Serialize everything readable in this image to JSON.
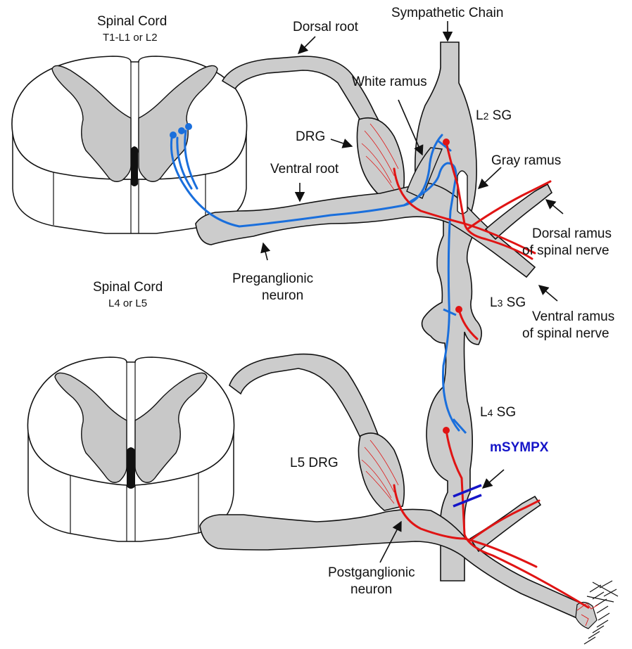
{
  "labels": {
    "sympathetic_chain": "Sympathetic Chain",
    "spinal_cord_upper_title": "Spinal Cord",
    "spinal_cord_upper_sub": "T1-L1 or L2",
    "spinal_cord_lower_title": "Spinal Cord",
    "spinal_cord_lower_sub": "L4 or L5",
    "dorsal_root": "Dorsal root",
    "white_ramus": "White ramus",
    "drg": "DRG",
    "ventral_root": "Ventral root",
    "gray_ramus": "Gray ramus",
    "l2_letter": "L",
    "l2_num": "2",
    "l2_sg": " SG",
    "l3_letter": "L",
    "l3_num": "3",
    "l3_sg": " SG",
    "l4_letter": "L",
    "l4_num": "4",
    "l4_sg": " SG",
    "dorsal_ramus_1": "Dorsal ramus",
    "dorsal_ramus_2": "of spinal nerve",
    "ventral_ramus_1": "Ventral ramus",
    "ventral_ramus_2": "of spinal nerve",
    "preganglionic_1": "Preganglionic",
    "preganglionic_2": "neuron",
    "l5_drg": "L5 DRG",
    "msympx": "mSYMPX",
    "postganglionic_1": "Postganglionic",
    "postganglionic_2": "neuron"
  },
  "colors": {
    "nerve_fill": "#cccccc",
    "outline": "#111111",
    "preganglionic": "#1a6fdc",
    "postganglionic": "#e01414",
    "msympx": "#1515c8"
  }
}
